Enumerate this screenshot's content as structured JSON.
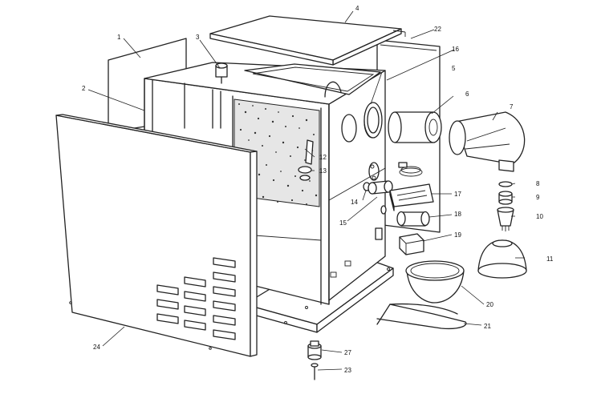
{
  "callouts": [
    "1",
    "2",
    "3",
    "4",
    "5",
    "6",
    "7",
    "8",
    "9",
    "10",
    "11",
    "12",
    "13",
    "14",
    "15",
    "16",
    "17",
    "18",
    "19",
    "20",
    "21",
    "22",
    "23",
    "24",
    "27"
  ]
}
